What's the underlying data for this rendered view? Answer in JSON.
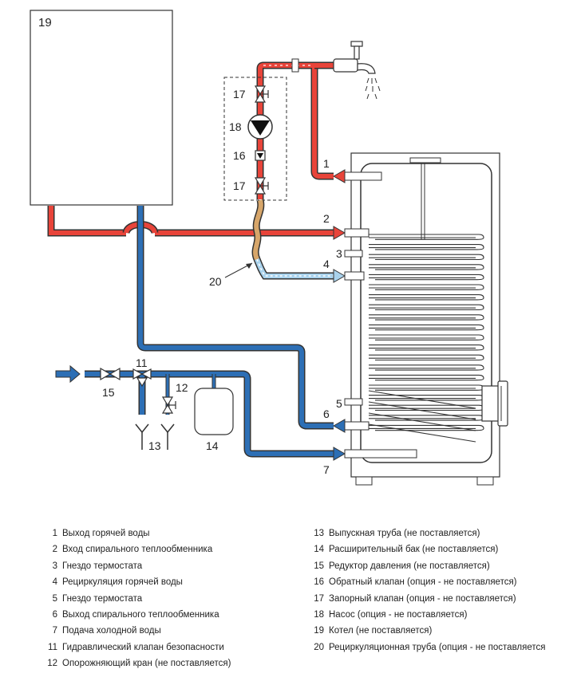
{
  "callouts": {
    "c1": "1",
    "c2": "2",
    "c3": "3",
    "c4": "4",
    "c5": "5",
    "c6": "6",
    "c7": "7",
    "c11": "11",
    "c12": "12",
    "c13": "13",
    "c14": "14",
    "c15": "15",
    "c16": "16",
    "c17a": "17",
    "c17b": "17",
    "c18": "18",
    "c19": "19",
    "c20": "20"
  },
  "legend_left": [
    {
      "num": "1",
      "text": "Выход горячей воды"
    },
    {
      "num": "2",
      "text": "Вход спирального теплообменника"
    },
    {
      "num": "3",
      "text": "Гнездо термостата"
    },
    {
      "num": "4",
      "text": "Рециркуляция горячей воды"
    },
    {
      "num": "5",
      "text": "Гнездо термостата"
    },
    {
      "num": "6",
      "text": "Выход спирального теплообменника"
    },
    {
      "num": "7",
      "text": "Подача холодной воды"
    },
    {
      "num": "11",
      "text": "Гидравлический клапан безопасности"
    },
    {
      "num": "12",
      "text": "Опорожняющий кран (не поставляется)"
    }
  ],
  "legend_right": [
    {
      "num": "13",
      "text": "Выпускная труба (не поставляется)"
    },
    {
      "num": "14",
      "text": "Расширительный бак (не поставляется)"
    },
    {
      "num": "15",
      "text": "Редуктор давления (не поставляется)"
    },
    {
      "num": "16",
      "text": "Обратный клапан (опция - не поставляется)"
    },
    {
      "num": "17",
      "text": "Запорный клапан (опция - не поставляется)"
    },
    {
      "num": "18",
      "text": "Насос (опция - не поставляется)"
    },
    {
      "num": "19",
      "text": "Котел (не поставляется)"
    },
    {
      "num": "20",
      "text": "Рециркуляционная труба (опция - не поставляется"
    }
  ],
  "colors": {
    "hot_pipe": "#e8443a",
    "cold_pipe": "#2d6fb5",
    "recirc_pipe": "#a9d2ec",
    "flex_pipe": "#d7a66a",
    "outline": "#333333",
    "tank_fill": "#ffffff"
  }
}
